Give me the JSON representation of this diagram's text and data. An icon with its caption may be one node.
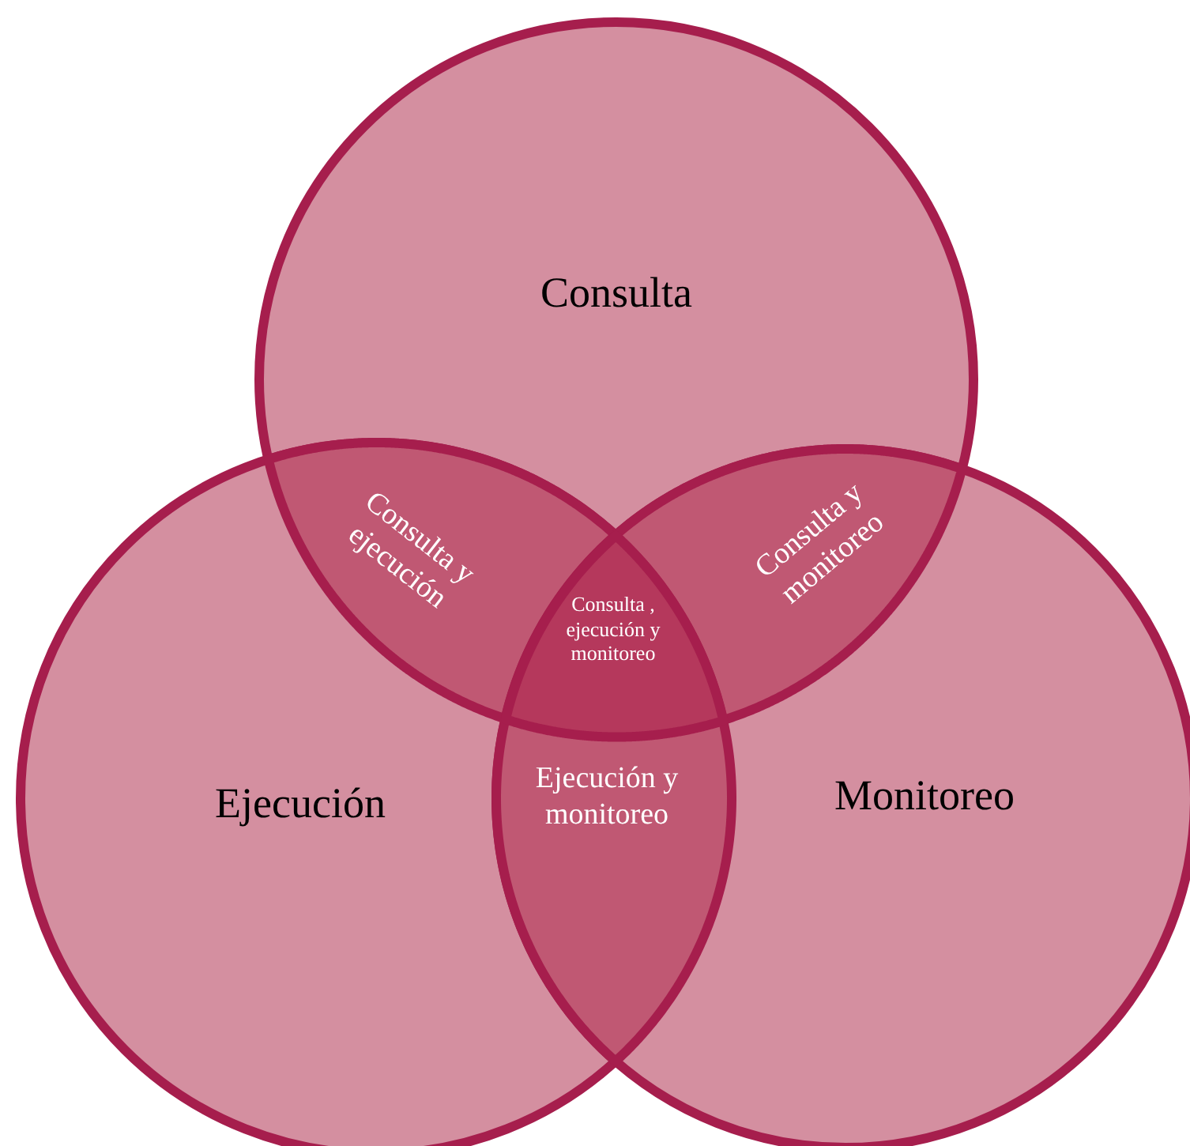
{
  "diagram": {
    "nodes": [
      {
        "text": [
          "Consulta"
        ]
      },
      {
        "text": [
          "Ejecución"
        ]
      },
      {
        "text": [
          "Monitoreo"
        ]
      },
      {
        "text": [
          "Consulta y ejecución"
        ]
      },
      {
        "text": [
          "Consulta y monitoreo"
        ]
      },
      {
        "text": [
          "Consulta , ejecución y monitoreo"
        ]
      },
      {
        "text": [
          "Ejecución y monitoreo"
        ]
      }
    ],
    "edges": []
  }
}
